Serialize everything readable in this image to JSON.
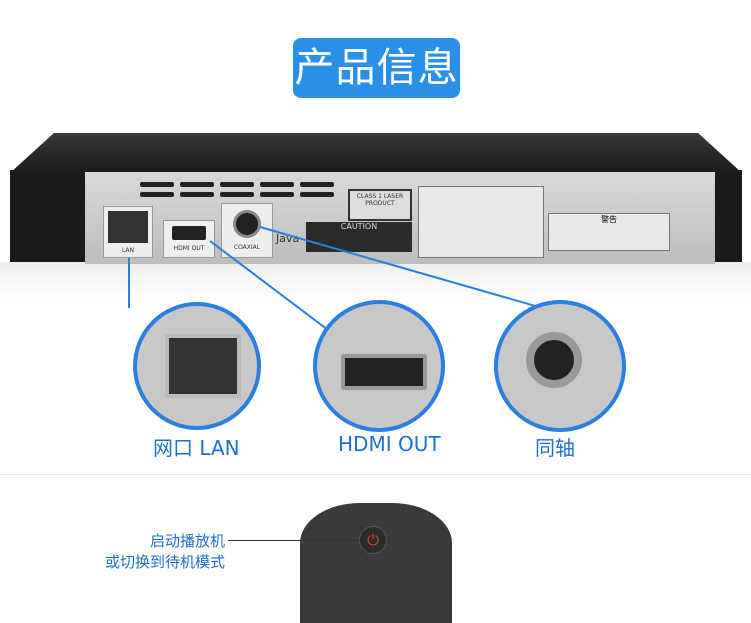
{
  "title": "产品信息",
  "device": {
    "lan": "LAN",
    "hdmi": "HDMI OUT",
    "coaxial": "COAXIAL",
    "java": "Java",
    "class1": "CLASS 1 LASER PRODUCT",
    "caution": "CAUTION",
    "warning": "警告"
  },
  "callouts": [
    {
      "label": "网口  LAN"
    },
    {
      "label": "HDMI OUT"
    },
    {
      "label": "同轴"
    }
  ],
  "remote": {
    "line1": "启动播放机",
    "line2": "或切换到待机模式",
    "power_icon": "power-icon"
  },
  "colors": {
    "accent": "#2a8fe6",
    "callout": "#1e6fd0"
  }
}
